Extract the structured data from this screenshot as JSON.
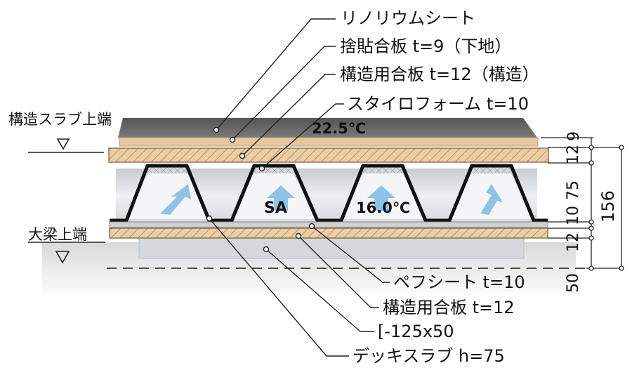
{
  "labels": {
    "linoleum": "リノリウムシート",
    "plywood_base": "捨貼合板 t=9（下地）",
    "plywood_struct_top": "構造用合板 t=12（構造）",
    "styrofoam": "スタイロフォーム t=10",
    "perf_sheet": "ペフシート t=10",
    "plywood_struct_bottom": "構造用合板 t=12",
    "channel": "[-125x50",
    "deck_slab": "デッキスラブ h=75"
  },
  "levels": {
    "slab_top": "構造スラブ上端",
    "beam_top": "大梁上端"
  },
  "temperatures": {
    "upper": "22.5℃",
    "lower": "16.0℃",
    "air": "SA"
  },
  "dimensions": {
    "d9": "9",
    "d12a": "12",
    "d75": "75",
    "d10": "10",
    "d12b": "12",
    "d50": "50",
    "total": "156"
  },
  "colors": {
    "linoleum": "#6f6f6f",
    "wood": "#e8c9a0",
    "hatch": "#b88a5a",
    "deck_fill": "#e2e4e6",
    "arrow": "#8ec3e8",
    "line": "#222222"
  }
}
